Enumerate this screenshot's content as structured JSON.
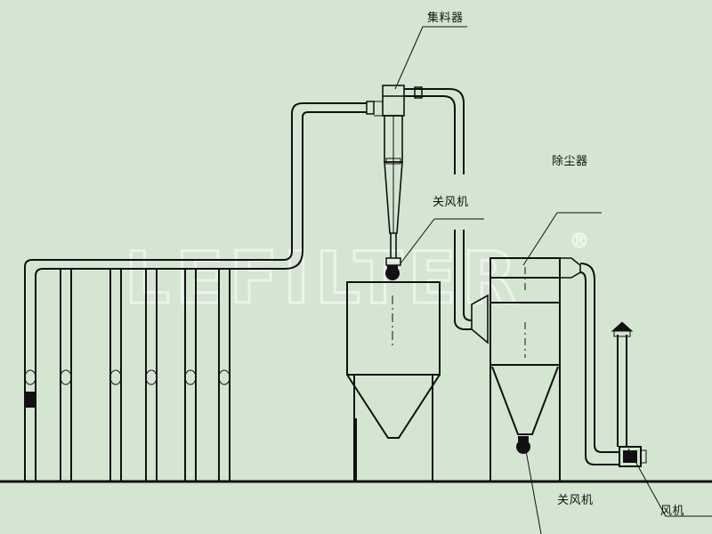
{
  "labels": {
    "collector": "集料器",
    "airlock_top": "关风机",
    "dust_collector": "除尘器",
    "airlock_bottom": "关风机",
    "fan": "风机"
  },
  "watermark": {
    "text": "LEFILTER",
    "registered": "®"
  },
  "colors": {
    "background": "#d4e6d2",
    "line": "#111111",
    "watermark": "#ffffff"
  }
}
